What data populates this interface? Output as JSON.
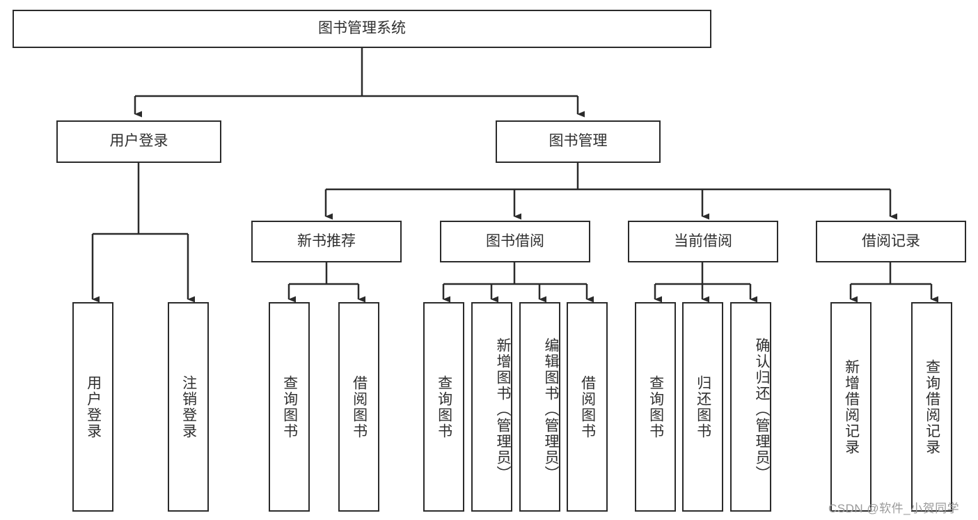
{
  "diagram": {
    "title": "图书管理系统",
    "type": "tree-hierarchy-chart",
    "colors": {
      "stroke": "#2b2b2b",
      "fill": "#ffffff",
      "text": "#2f2f2f",
      "watermark": "#9a9a9a"
    },
    "root": {
      "label": "图书管理系统"
    },
    "level2": [
      {
        "label": "用户登录"
      },
      {
        "label": "图书管理"
      }
    ],
    "level3": [
      {
        "label": "新书推荐"
      },
      {
        "label": "图书借阅"
      },
      {
        "label": "当前借阅"
      },
      {
        "label": "借阅记录"
      }
    ],
    "leaves": {
      "user_login": [
        {
          "label": "用户登录"
        },
        {
          "label": "注销登录"
        }
      ],
      "new_book_recommend": [
        {
          "label": "查询图书"
        },
        {
          "label": "借阅图书"
        }
      ],
      "book_borrow": [
        {
          "label": "查询图书"
        },
        {
          "label": "新增图书（管理员）"
        },
        {
          "label": "编辑图书（管理员）"
        },
        {
          "label": "借阅图书"
        }
      ],
      "current_borrow": [
        {
          "label": "查询图书"
        },
        {
          "label": "归还图书"
        },
        {
          "label": "确认归还（管理员）"
        }
      ],
      "borrow_record": [
        {
          "label": "新增借阅记录"
        },
        {
          "label": "查询借阅记录"
        }
      ]
    },
    "watermark": "CSDN @软件_小贺同学"
  }
}
